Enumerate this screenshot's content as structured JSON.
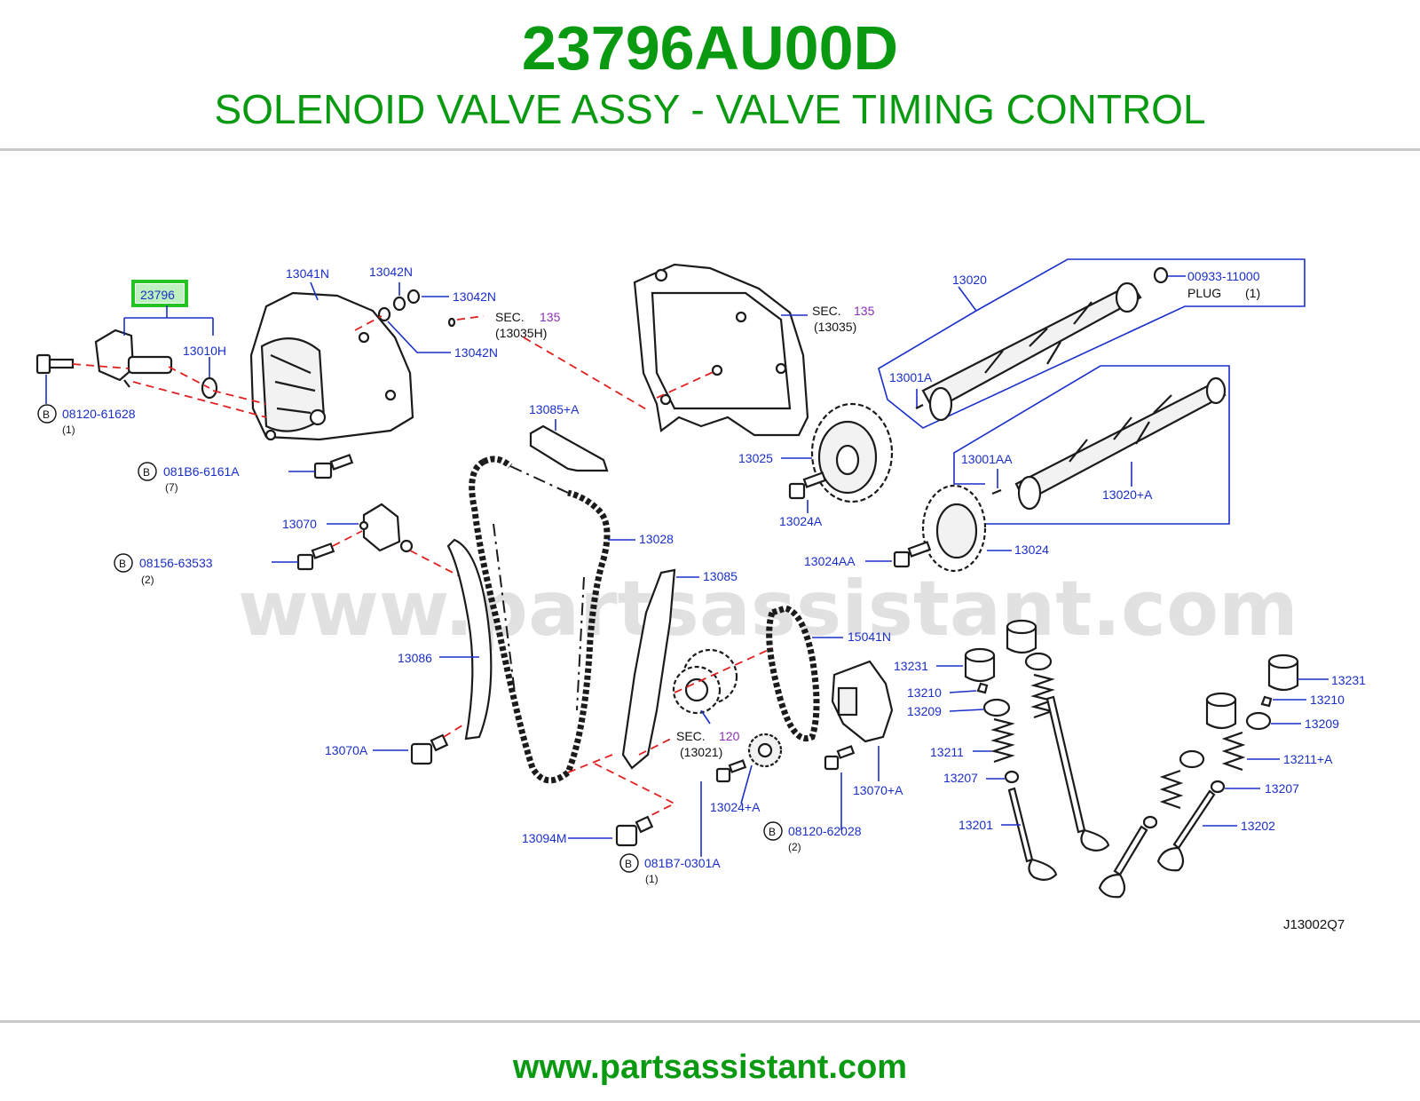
{
  "header": {
    "part_number": "23796AU00D",
    "title": "SOLENOID VALVE ASSY - VALVE TIMING CONTROL"
  },
  "footer": {
    "url": "www.partsassistant.com"
  },
  "watermark": "www.partsassistant.com",
  "diagram_code": "J13002Q7",
  "highlight_color": "#22c322",
  "brand_color": "#0a9a12",
  "callout_color": "#1a2fc8",
  "section_color": "#8b2fb8",
  "leader_dash_color": "#e02020",
  "highlight_part": "23796",
  "callouts": {
    "c13041N": "13041N",
    "c13042N_a": "13042N",
    "c13042N_b": "13042N",
    "c13042N_c": "13042N",
    "c13010H": "13010H",
    "c08120_61628": "08120-61628",
    "c08120_61628_qty": "(1)",
    "c081B6_6161A": "081B6-6161A",
    "c081B6_6161A_qty": "(7)",
    "c13070": "13070",
    "c08156_63533": "08156-63533",
    "c08156_63533_qty": "(2)",
    "c13086": "13086",
    "c13070A": "13070A",
    "c13085A": "13085+A",
    "c13028": "13028",
    "c13085": "13085",
    "c15041N": "15041N",
    "c13094M": "13094M",
    "c081B7_0301A": "081B7-0301A",
    "c081B7_0301A_qty": "(1)",
    "c13024A_plus": "13024+A",
    "c08120_62028": "08120-62028",
    "c08120_62028_qty": "(2)",
    "c13070A_plus": "13070+A",
    "c13025": "13025",
    "c13024A": "13024A",
    "c13024AA": "13024AA",
    "c13024": "13024",
    "c13020": "13020",
    "c00933_11000": "00933-11000",
    "plug_text": "PLUG",
    "plug_qty": "(1)",
    "c13001A": "13001A",
    "c13001AA": "13001AA",
    "c13020A": "13020+A",
    "c13231_a": "13231",
    "c13210_a": "13210",
    "c13209_a": "13209",
    "c13211": "13211",
    "c13207_a": "13207",
    "c13201": "13201",
    "c13231_b": "13231",
    "c13210_b": "13210",
    "c13209_b": "13209",
    "c13211A": "13211+A",
    "c13207_b": "13207",
    "c13202": "13202"
  },
  "sections": {
    "s1_label": "SEC.",
    "s1_num": "135",
    "s1_ref": "(13035H)",
    "s2_label": "SEC.",
    "s2_num": "135",
    "s2_ref": "(13035)",
    "s3_label": "SEC.",
    "s3_num": "120",
    "s3_ref": "(13021)"
  },
  "bolt_marker": "B"
}
